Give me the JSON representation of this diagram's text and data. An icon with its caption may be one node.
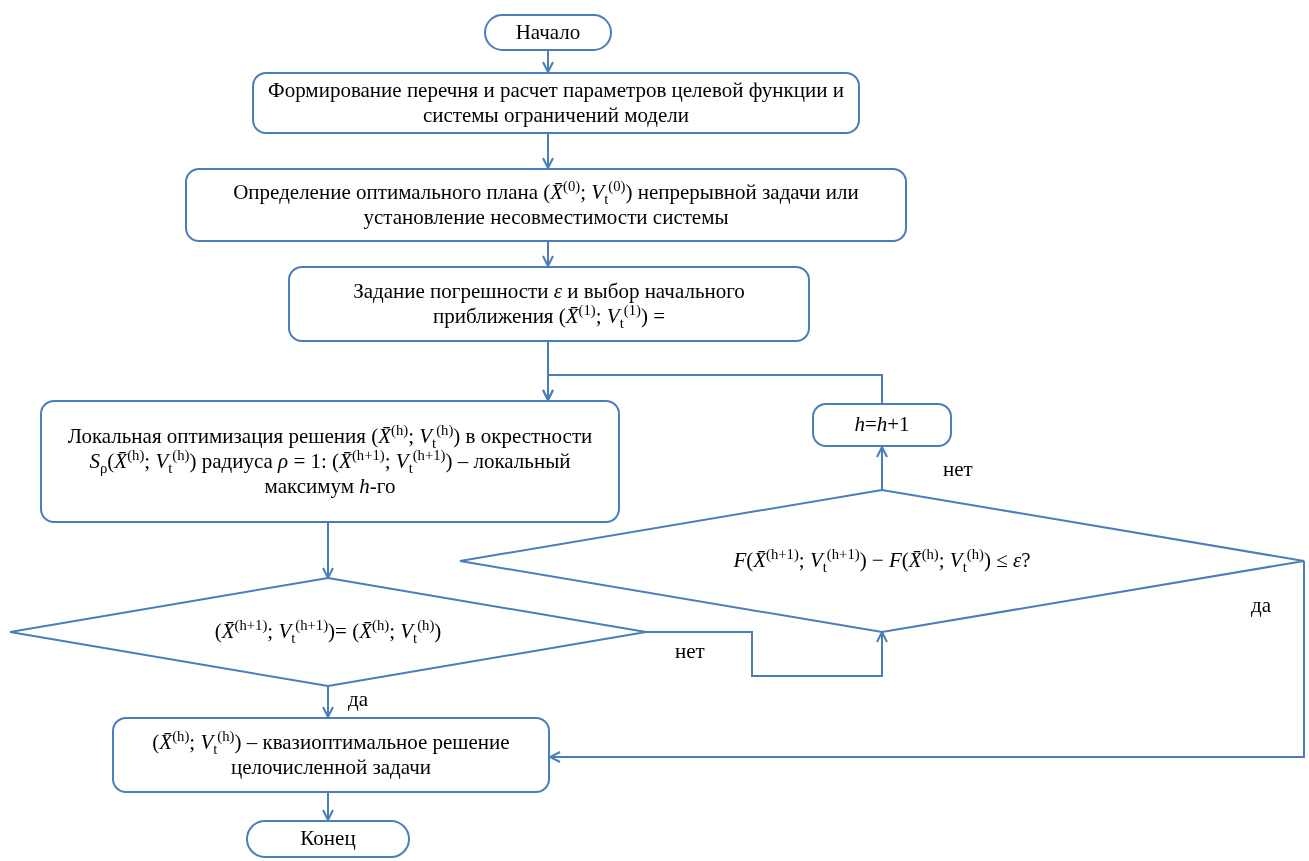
{
  "diagram": {
    "nodes": [
      {
        "text": [
          "Начало"
        ]
      },
      {
        "text": [
          "Формирование перечня и расчет параметров целевой функции и системы ограничений модели"
        ]
      },
      {
        "text": [
          "Определение оптимального плана (*X̄*$^{(0)}$; *V*$_{t}$$^{(0)}$) непрерывной задачи или установление несовместимости системы"
        ]
      },
      {
        "text": [
          "Задание погрешности *ε* и выбор начального приближения (*X̄*$^{(1)}$; *V*$_{t}$$^{(1)}$) ="
        ]
      },
      {
        "text": [
          "Локальная оптимизация решения (*X̄*$^{(h)}$; *V*$_{t}$$^{(h)}$) в окрестности *S*$_{ρ}$(*X̄*$^{(h)}$; *V*$_{t}$$^{(h)}$) радиуса *ρ* = 1: (*X̄*$^{(h+1)}$; *V*$_{t}$$^{(h+1)}$) – локальный максимум *h*-го"
        ]
      },
      {
        "text": [
          "(*X̄*$^{(h+1)}$; *V*$_{t}$$^{(h+1)}$)= (*X̄*$^{(h)}$; *V*$_{t}$$^{(h)}$)"
        ]
      },
      {
        "text": [
          "*h*=*h*+1"
        ]
      },
      {
        "text": [
          "*F*(*X̄*$^{(h+1)}$; *V*$_{t}$$^{(h+1)}$) − *F*(*X̄*$^{(h)}$; *V*$_{t}$$^{(h)}$) ≤ *ε*?"
        ]
      },
      {
        "text": [
          "(*X̄*$^{(h)}$; *V*$_{t}$$^{(h)}$) – квазиоптимальное решение целочисленной задачи"
        ]
      },
      {
        "text": [
          "Конец"
        ]
      }
    ],
    "edges": [
      {
        "from": 0,
        "to": 1,
        "arrow": "to"
      },
      {
        "from": 1,
        "to": 2,
        "arrow": "to"
      },
      {
        "from": 2,
        "to": 3,
        "arrow": "to"
      },
      {
        "from": 3,
        "to": 4,
        "arrow": "to"
      },
      {
        "from": 6,
        "to": 4,
        "arrow": "to"
      },
      {
        "from": 4,
        "to": 5,
        "arrow": "to"
      },
      {
        "from": 5,
        "to": 8,
        "arrow": "to",
        "label": "да"
      },
      {
        "from": 5,
        "to": 7,
        "arrow": "to",
        "label": "нет"
      },
      {
        "from": 7,
        "to": 6,
        "arrow": "to",
        "label": "нет"
      },
      {
        "from": 7,
        "to": 8,
        "arrow": "to",
        "label": "да"
      },
      {
        "from": 8,
        "to": 9,
        "arrow": "to"
      }
    ]
  }
}
